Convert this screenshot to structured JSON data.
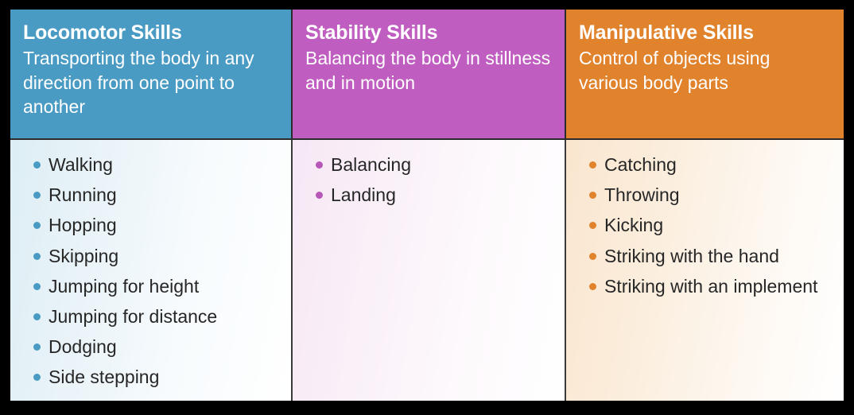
{
  "table": {
    "columns": [
      {
        "id": "locomotor",
        "title": "Locomotor Skills",
        "description": "Transporting the body in any direction from one point to another",
        "header_color": "#4a9bc4",
        "bullet_color": "#4a9bc4",
        "items": [
          "Walking",
          "Running",
          "Hopping",
          "Skipping",
          "Jumping for height",
          "Jumping for distance",
          "Dodging",
          "Side stepping"
        ]
      },
      {
        "id": "stability",
        "title": "Stability Skills",
        "description": "Balancing the body in stillness and in motion",
        "header_color": "#c05dc0",
        "bullet_color": "#b757b7",
        "items": [
          "Balancing",
          "Landing"
        ]
      },
      {
        "id": "manipulative",
        "title": "Manipulative Skills",
        "description": "Control of objects using various body parts",
        "header_color": "#e1822c",
        "bullet_color": "#e1822c",
        "items": [
          "Catching",
          "Throwing",
          "Kicking",
          "Striking with the hand",
          "Striking with an implement"
        ]
      }
    ]
  }
}
